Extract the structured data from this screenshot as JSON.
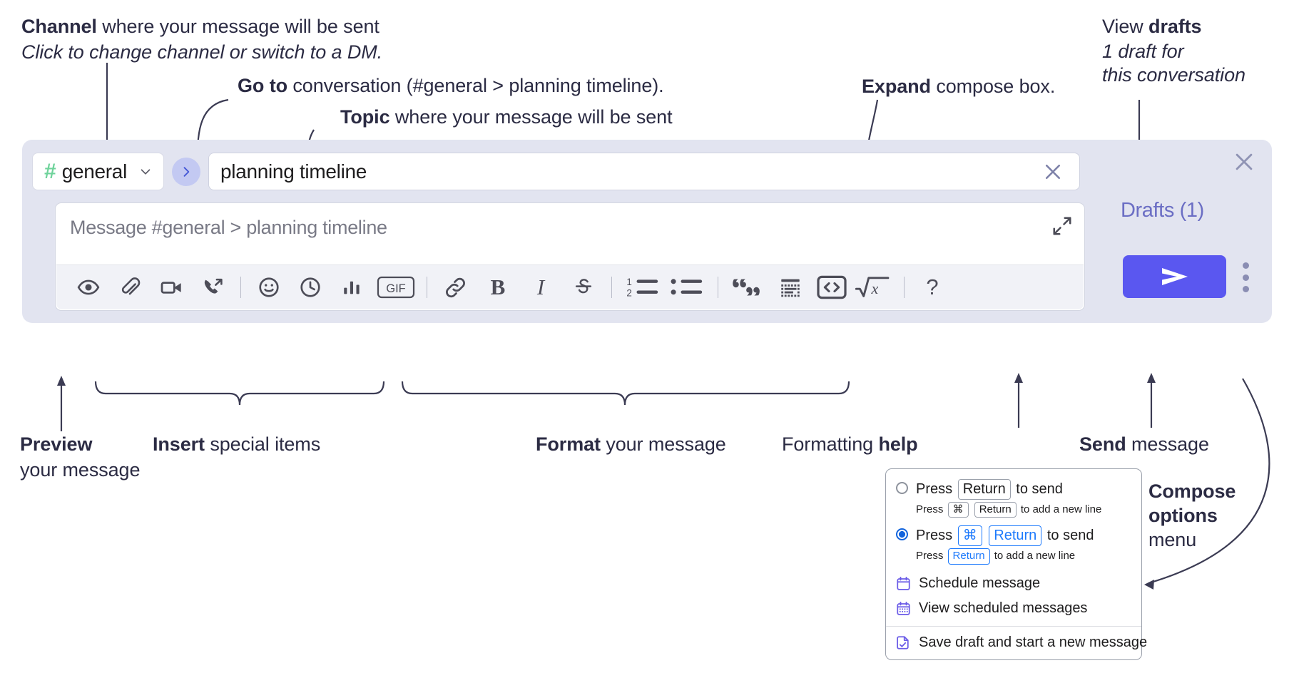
{
  "annotations": {
    "channel": {
      "bold": "Channel",
      "rest": " where your message will be sent",
      "sub": "Click to change channel or switch to a DM."
    },
    "goto": {
      "bold": "Go to",
      "rest": " conversation (#general > planning timeline)."
    },
    "topic": {
      "bold": "Topic",
      "rest": " where your message will be sent"
    },
    "expand": {
      "bold": "Expand",
      "rest": " compose box."
    },
    "drafts": {
      "lead": "View ",
      "bold": "drafts",
      "sub_line1": "1 draft for",
      "sub_line2": "this conversation"
    },
    "preview": {
      "bold": "Preview",
      "line2": "your message"
    },
    "insert": {
      "bold": "Insert",
      "rest": " special items"
    },
    "format": {
      "bold": "Format",
      "rest": " your message"
    },
    "formatting_help": {
      "lead": "Formatting ",
      "bold": "help"
    },
    "send": {
      "bold": "Send",
      "rest": " message"
    },
    "compose_options": {
      "bold_line1": "Compose",
      "bold_line2": "options",
      "line3": "menu"
    }
  },
  "compose": {
    "channel_name": "general",
    "channel_hash": "#",
    "topic_value": "planning timeline",
    "message_placeholder": "Message #general > planning timeline",
    "drafts_label": "Drafts (1)",
    "toolbar": [
      {
        "name": "preview-icon",
        "title": "Preview"
      },
      {
        "name": "attachment-icon",
        "title": "Attach file"
      },
      {
        "name": "video-icon",
        "title": "Video clip"
      },
      {
        "name": "audio-call-icon",
        "title": "Audio clip"
      },
      {
        "name": "emoji-icon",
        "title": "Emoji"
      },
      {
        "name": "clock-icon",
        "title": "Reminder"
      },
      {
        "name": "poll-icon",
        "title": "Poll"
      },
      {
        "name": "gif-icon",
        "title": "GIF"
      },
      {
        "name": "link-icon",
        "title": "Link"
      },
      {
        "name": "bold-icon",
        "title": "Bold"
      },
      {
        "name": "italic-icon",
        "title": "Italic"
      },
      {
        "name": "strikethrough-icon",
        "title": "Strikethrough"
      },
      {
        "name": "ordered-list-icon",
        "title": "Ordered list"
      },
      {
        "name": "bulleted-list-icon",
        "title": "Bulleted list"
      },
      {
        "name": "blockquote-icon",
        "title": "Blockquote"
      },
      {
        "name": "code-block-icon",
        "title": "Code block"
      },
      {
        "name": "inline-code-icon",
        "title": "Code"
      },
      {
        "name": "latex-icon",
        "title": "Math"
      },
      {
        "name": "help-icon",
        "title": "Formatting help"
      }
    ],
    "gif_label": "GIF",
    "bold_glyph": "B",
    "italic_glyph": "I",
    "help_glyph": "?",
    "ordered_list_1": "1",
    "ordered_list_2": "2"
  },
  "options_menu": {
    "option1": {
      "selected": false,
      "pre": "Press",
      "key": "Return",
      "post": "to send",
      "sub_pre": "Press",
      "sub_key1": "⌘",
      "sub_key2": "Return",
      "sub_post": "to add a new line"
    },
    "option2": {
      "selected": true,
      "pre": "Press",
      "key1": "⌘",
      "key2": "Return",
      "post": "to send",
      "sub_pre": "Press",
      "sub_key": "Return",
      "sub_post": "to add a new line"
    },
    "items": [
      {
        "icon": "schedule-calendar-icon",
        "label": "Schedule message"
      },
      {
        "icon": "view-scheduled-calendar-icon",
        "label": "View scheduled messages"
      },
      {
        "icon": "save-draft-icon",
        "label": "Save draft and start a new message"
      }
    ]
  },
  "colors": {
    "panel_bg": "#e2e4f0",
    "send_purple": "#5a57f0",
    "hash_green": "#6fd39b",
    "goto_bubble": "#c3c9f2",
    "drafts_text": "#6b6ec4",
    "ink": "#2b2b43",
    "key_blue": "#1d7afc"
  }
}
